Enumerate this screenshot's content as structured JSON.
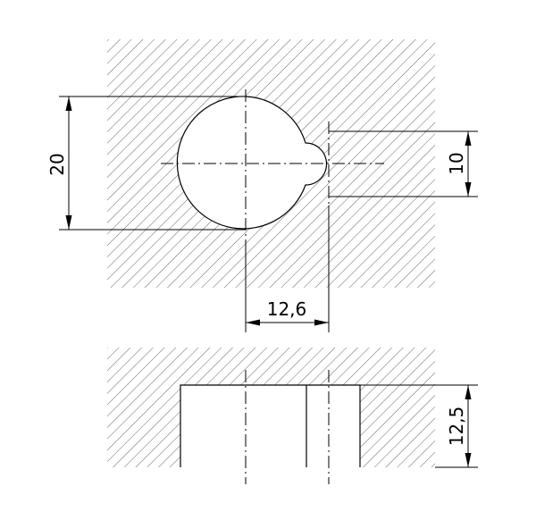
{
  "drawing": {
    "dimensions": {
      "large_diameter": "20",
      "small_diameter": "10",
      "center_distance": "12,6",
      "depth": "12,5"
    }
  }
}
